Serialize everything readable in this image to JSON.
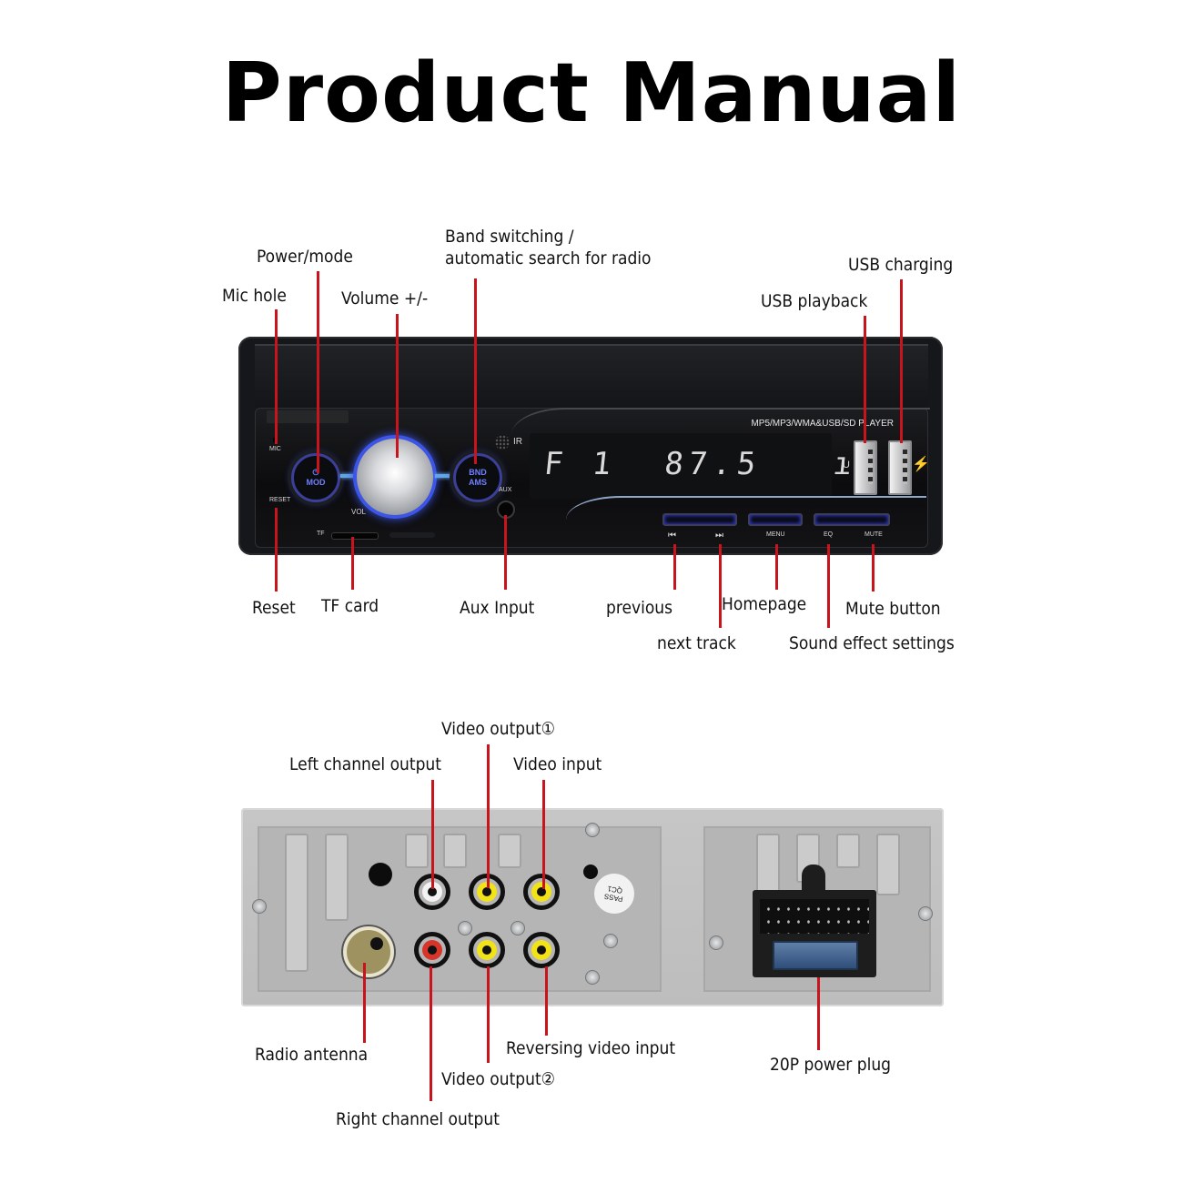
{
  "title": "Product Manual",
  "front_panel": {
    "labels": {
      "mic_hole": "Mic hole",
      "power_mode": "Power/mode",
      "volume": "Volume +/-",
      "band_switching_line1": "Band switching /",
      "band_switching_line2": "automatic search for radio",
      "usb_playback": "USB playback",
      "usb_charging": "USB charging",
      "reset": "Reset",
      "tf_card": "TF card",
      "aux_input": "Aux Input",
      "previous": "previous",
      "next_track": "next track",
      "homepage": "Homepage",
      "sound_effect_settings": "Sound effect settings",
      "mute_button": "Mute button"
    },
    "device_text": {
      "mic": "MIC",
      "reset": "RESET",
      "mod_symbol": "⏻",
      "mod": "MOD",
      "vol": "VOL",
      "bnd": "BND",
      "ams": "AMS",
      "aux": "AUX",
      "ir": "IR",
      "tf": "TF",
      "display": "F 1  87.5   ı",
      "player_label": "MP5/MP3/WMA&USB/SD PLAYER",
      "usb_u": "U",
      "usb_charge_symbol": "⚡",
      "prev_symbol": "⏮",
      "next_symbol": "⏭",
      "menu": "MENU",
      "eq": "EQ",
      "mute": "MUTE"
    }
  },
  "rear_panel": {
    "labels": {
      "video_output_1": "Video output①",
      "left_channel_output": "Left channel output",
      "video_input": "Video input",
      "radio_antenna": "Radio antenna",
      "reversing_video_input": "Reversing video input",
      "video_output_2": "Video output②",
      "right_channel_output": "Right channel output",
      "power_plug_20p": "20P power plug"
    },
    "sticker": {
      "line1": "PASS",
      "line2": "QC1"
    },
    "colors": {
      "leader_line": "#c8141c",
      "rca_white": "#f2f2f2",
      "rca_red": "#d8352a",
      "rca_yellow": "#f2e218"
    }
  }
}
